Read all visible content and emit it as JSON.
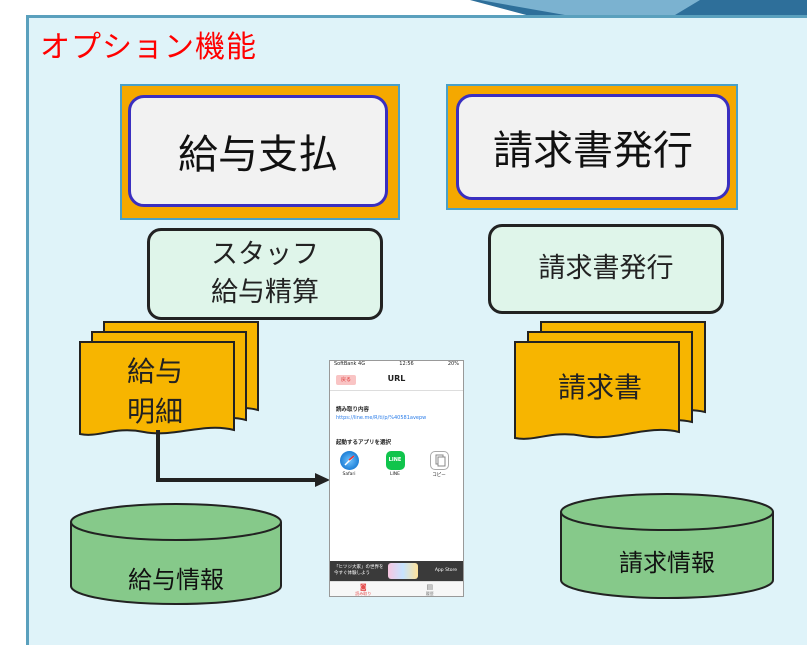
{
  "title": "オプション機能",
  "left": {
    "feature": "給与支払",
    "process": [
      "スタッフ",
      "給与精算"
    ],
    "document": [
      "給与",
      "明細"
    ],
    "database": "給与情報"
  },
  "right": {
    "feature": "請求書発行",
    "process": "請求書発行",
    "document": "請求書",
    "database": "請求情報"
  },
  "phone": {
    "carrier": "SoftBank 4G",
    "time": "12:56",
    "battery": "20%",
    "back": "戻る",
    "title": "URL",
    "read_heading": "読み取り内容",
    "url": "https://line.me/R/ti/p/%40581avepw",
    "app_heading": "起動するアプリを選択",
    "apps": [
      "Safari",
      "LINE",
      "コピー"
    ],
    "banner": [
      "「ヒツジ大家」の世界を",
      "今すぐ体験しよう"
    ],
    "banner_store": "App Store",
    "tabs": [
      "読み取り",
      "履歴"
    ]
  },
  "colors": {
    "title": "#ff0000",
    "feature_frame": "#f5a800",
    "feature_border": "#3a2fc0",
    "process_fill": "#dff5ea",
    "document_fill": "#f7b500",
    "database_fill": "#86c98a",
    "panel": "#dff3f9"
  }
}
